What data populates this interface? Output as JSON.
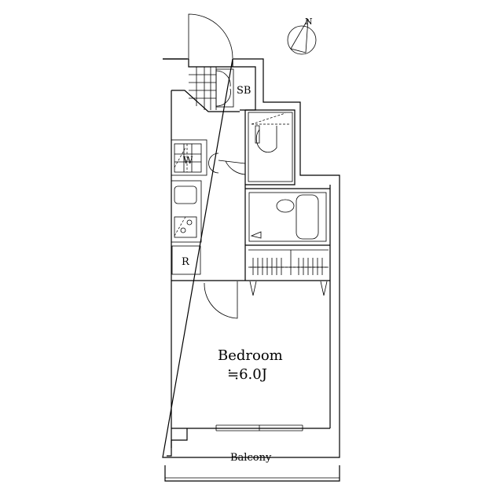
{
  "compass": {
    "label": "N"
  },
  "rooms": {
    "shoe_box": "SB",
    "washer": "W",
    "refrigerator": "R",
    "bedroom": "Bedroom",
    "bedroom_size": "≒6.0J",
    "balcony": "Balcony"
  }
}
